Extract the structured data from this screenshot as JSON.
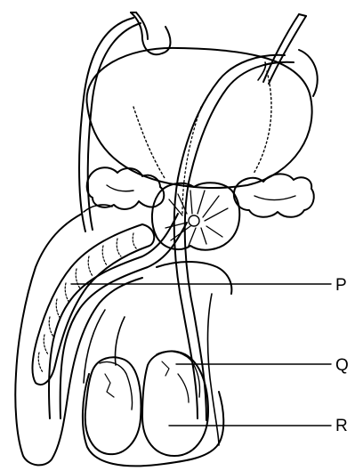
{
  "labels": {
    "p": "P",
    "q": "Q",
    "r": "R"
  },
  "colors": {
    "ink": "#000000",
    "background": "#ffffff"
  }
}
